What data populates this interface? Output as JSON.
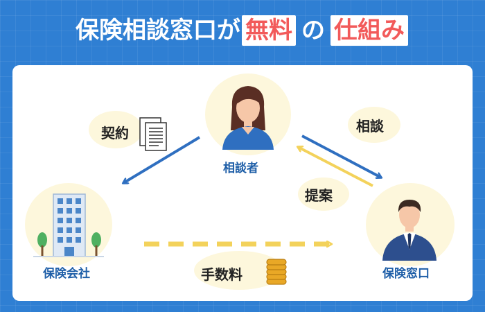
{
  "title": {
    "part1": "保険相談窓口が",
    "highlight1": "無料",
    "particle": "の",
    "highlight2": "仕組み"
  },
  "nodes": {
    "consultant": "相談者",
    "insurance_company": "保険会社",
    "insurance_window": "保険窓口"
  },
  "edges": {
    "contract": "契約",
    "consult": "相談",
    "proposal": "提案",
    "commission": "手数料"
  },
  "colors": {
    "background": "#2f7fd3",
    "accent_red": "#f25a5a",
    "arrow_blue": "#2f6fc0",
    "arrow_yellow": "#f3d25b",
    "label_blue": "#1f5fa8"
  },
  "icons": [
    "person-woman-icon",
    "office-building-icon",
    "businessman-icon",
    "document-icon",
    "coin-stack-icon"
  ]
}
